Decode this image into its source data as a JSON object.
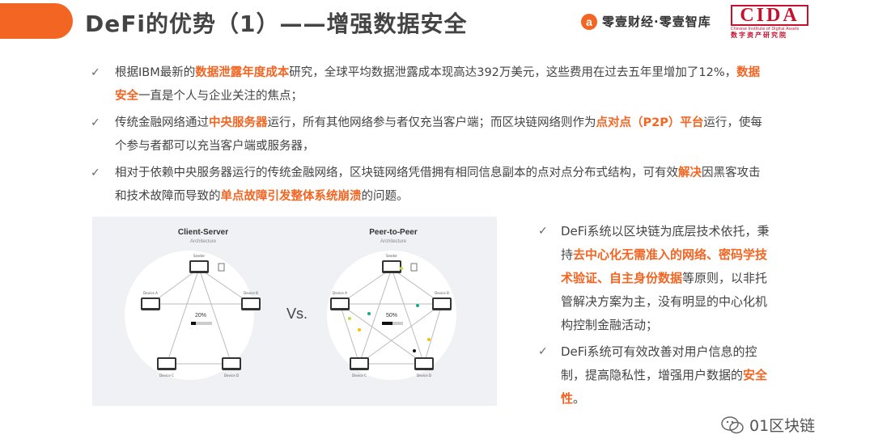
{
  "header": {
    "title": "DeFi的优势（1）——增强数据安全",
    "brand_logo_letter": "a",
    "brand_text": "零壹财经·零壹智库",
    "cida_logo": "CIDA",
    "cida_en": "Chinese Institute of Digital Assets",
    "cida_cn": "数字资产研究院"
  },
  "bullets": [
    {
      "parts": [
        {
          "t": "根据IBM最新的",
          "h": false
        },
        {
          "t": "数据泄露年度成本",
          "h": true
        },
        {
          "t": "研究，全球平均数据泄露成本现高达392万美元，这些费用在过去五年里增加了12%，",
          "h": false
        },
        {
          "t": "数据安全",
          "h": true
        },
        {
          "t": "一直是个人与企业关注的焦点；",
          "h": false
        }
      ]
    },
    {
      "parts": [
        {
          "t": "传统金融网络通过",
          "h": false
        },
        {
          "t": "中央服务器",
          "h": true
        },
        {
          "t": "运行，所有其他网络参与者仅充当客户端；而区块链网络则作为",
          "h": false
        },
        {
          "t": "点对点（P2P）平台",
          "h": true
        },
        {
          "t": "运行，使每个参与者都可以充当客户端或服务器，",
          "h": false
        }
      ]
    },
    {
      "parts": [
        {
          "t": "相对于依赖中央服务器运行的传统金融网络，区块链网络凭借拥有相同信息副本的点对点分布式结构，可有效",
          "h": false
        },
        {
          "t": "解决",
          "h": true
        },
        {
          "t": "因黑客攻击和技术故障而导致的",
          "h": false
        },
        {
          "t": "单点故障引发整体系统崩溃",
          "h": true
        },
        {
          "t": "的问题。",
          "h": false
        }
      ]
    }
  ],
  "diagram": {
    "left_title": "Client-Server",
    "left_sub": "Architecture",
    "left_pct": "20%",
    "vs": "Vs.",
    "right_title": "Peer-to-Peer",
    "right_sub": "Architecture",
    "right_pct": "50%",
    "node_seeder": "Seeder",
    "node_a": "Device A",
    "node_b": "Device B",
    "node_c": "Device C",
    "node_d": "Device D"
  },
  "right_bullets": [
    {
      "parts": [
        {
          "t": "DeFi系统以区块链为底层技术依托，秉持",
          "h": false
        },
        {
          "t": "去中心化无需准入的网络、密码学技术验证、自主身份数据",
          "h": true
        },
        {
          "t": "等原则，以非托管解决方案为主，没有明显的中心化机构控制金融活动；",
          "h": false
        }
      ]
    },
    {
      "parts": [
        {
          "t": "DeFi系统可有效改善对用户信息的控制，提高隐私性，增强用户数据的",
          "h": false
        },
        {
          "t": "安全性",
          "h": true
        },
        {
          "t": "。",
          "h": false
        }
      ]
    }
  ],
  "watermark": {
    "text": "01区块链"
  },
  "colors": {
    "accent": "#f26522",
    "cida_red": "#c8102e",
    "text": "#444444"
  },
  "icons": {
    "check": "✓"
  }
}
